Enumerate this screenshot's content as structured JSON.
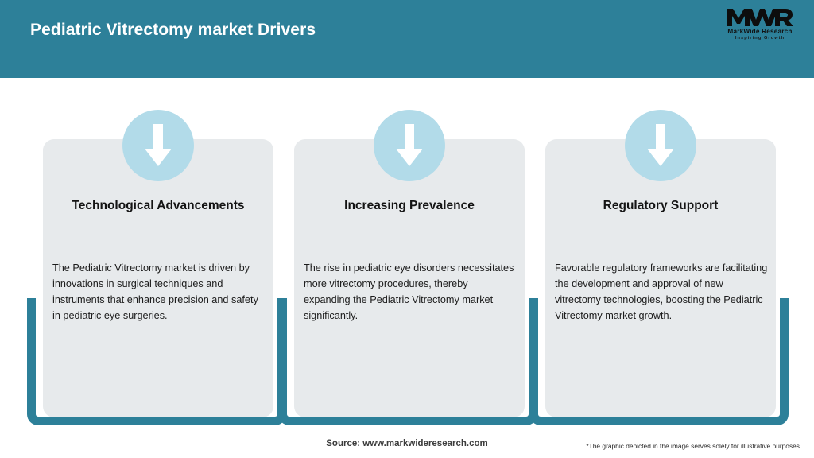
{
  "header": {
    "title": "Pediatric Vitrectomy market Drivers",
    "bar_color": "#2d8099",
    "title_color": "#ffffff",
    "logo": {
      "mark": "MWR",
      "name": "MarkWide Research",
      "tagline": "Inspiring Growth"
    }
  },
  "theme": {
    "accent": "#2d8099",
    "card_bg": "#e7eaec",
    "circle_bg": "#b2dbe9",
    "arrow_color": "#ffffff"
  },
  "cards": [
    {
      "icon": "down-arrow-icon",
      "title": "Technological Advancements",
      "body": "The Pediatric Vitrectomy market is driven by innovations in surgical techniques and instruments that enhance precision and safety in pediatric eye surgeries."
    },
    {
      "icon": "down-arrow-icon",
      "title": "Increasing Prevalence",
      "body": "The rise in pediatric eye disorders necessitates more vitrectomy procedures, thereby expanding the Pediatric Vitrectomy market significantly."
    },
    {
      "icon": "down-arrow-icon",
      "title": "Regulatory Support",
      "body": "Favorable regulatory frameworks are facilitating the development and approval of new vitrectomy technologies, boosting the Pediatric Vitrectomy market growth."
    }
  ],
  "footer": {
    "source": "Source: www.markwideresearch.com",
    "disclaimer": "*The graphic depicted in the image serves solely for illustrative purposes"
  }
}
